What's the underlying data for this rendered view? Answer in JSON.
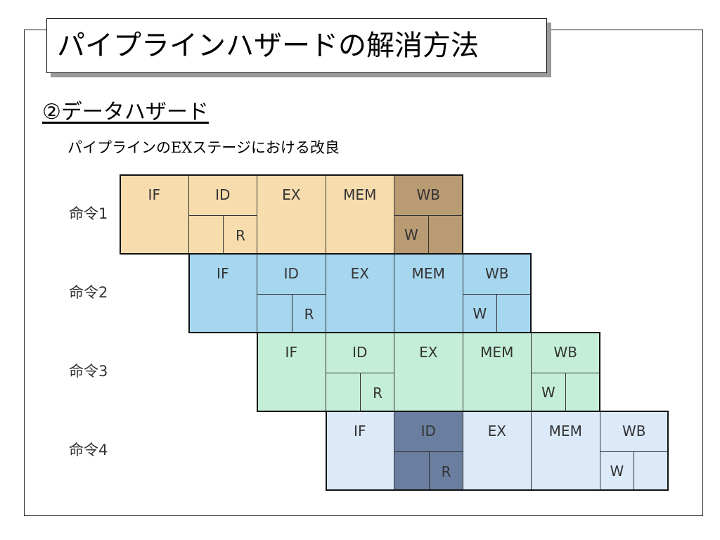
{
  "title": "パイプラインハザードの解消方法",
  "subtitle": "②データハザード",
  "description": "パイプラインのEXステージにおける改良",
  "rows": [
    {
      "label": "命令1",
      "color": "#f7dcae",
      "stages": [
        {
          "name": "IF"
        },
        {
          "name": "ID",
          "sub": "R"
        },
        {
          "name": "EX"
        },
        {
          "name": "MEM"
        },
        {
          "name": "WB",
          "sub": "W",
          "highlight": "#b89a73"
        }
      ]
    },
    {
      "label": "命令2",
      "color": "#a7d6ef",
      "stages": [
        {
          "name": "IF"
        },
        {
          "name": "ID",
          "sub": "R"
        },
        {
          "name": "EX"
        },
        {
          "name": "MEM"
        },
        {
          "name": "WB",
          "sub": "W"
        }
      ]
    },
    {
      "label": "命令3",
      "color": "#c4eed8",
      "stages": [
        {
          "name": "IF"
        },
        {
          "name": "ID",
          "sub": "R"
        },
        {
          "name": "EX"
        },
        {
          "name": "MEM"
        },
        {
          "name": "WB",
          "sub": "W"
        }
      ]
    },
    {
      "label": "命令4",
      "color": "#dbe9f8",
      "stages": [
        {
          "name": "IF"
        },
        {
          "name": "ID",
          "sub": "R",
          "highlight": "#6a7fa0"
        },
        {
          "name": "EX"
        },
        {
          "name": "MEM"
        },
        {
          "name": "WB",
          "sub": "W"
        }
      ]
    }
  ]
}
